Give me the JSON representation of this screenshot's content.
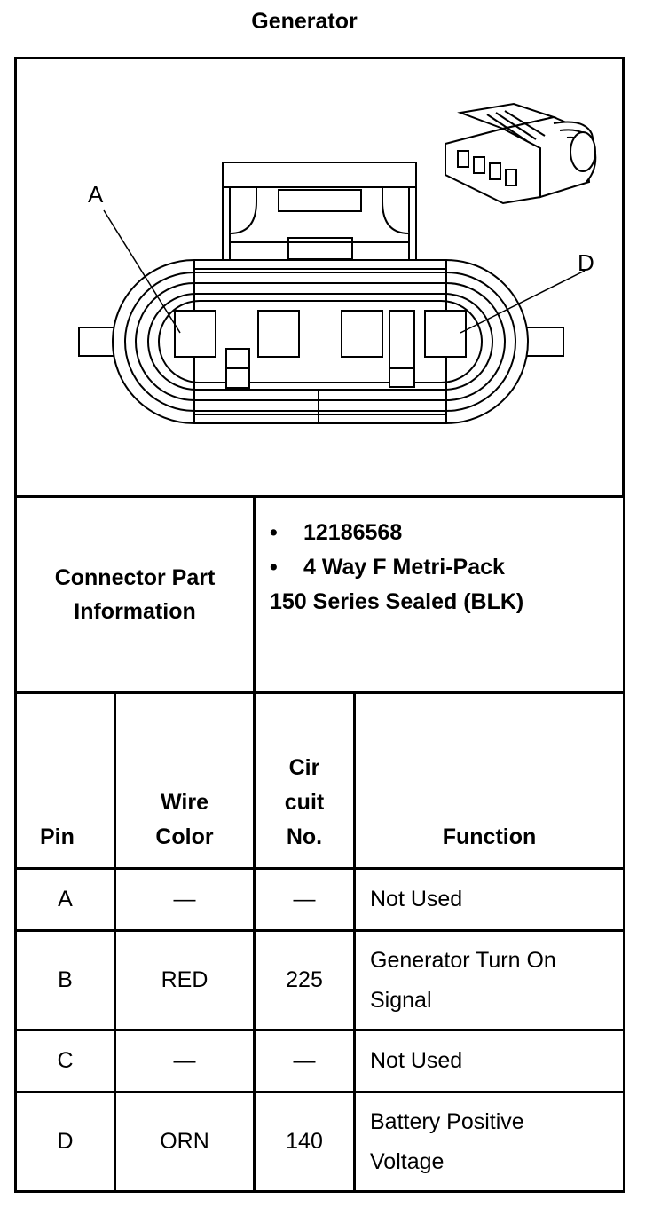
{
  "title": "Generator",
  "diagram": {
    "pin_labels": {
      "left": "A",
      "right": "D"
    }
  },
  "connector": {
    "label_line1": "Connector Part",
    "label_line2": "Information",
    "bullets": [
      "12186568",
      "4 Way F Metri-Pack"
    ],
    "continuation": "150 Series Sealed (BLK)"
  },
  "headers": {
    "pin": "Pin",
    "wire_line1": "Wire",
    "wire_line2": "Color",
    "circuit_line1": "Cir",
    "circuit_line2": "cuit",
    "circuit_line3": "No.",
    "function": "Function"
  },
  "rows": [
    {
      "pin": "A",
      "wire": "—",
      "circuit": "—",
      "function_line1": "Not Used",
      "function_line2": ""
    },
    {
      "pin": "B",
      "wire": "RED",
      "circuit": "225",
      "function_line1": "Generator Turn On",
      "function_line2": "Signal"
    },
    {
      "pin": "C",
      "wire": "—",
      "circuit": "—",
      "function_line1": "Not Used",
      "function_line2": ""
    },
    {
      "pin": "D",
      "wire": "ORN",
      "circuit": "140",
      "function_line1": "Battery Positive",
      "function_line2": "Voltage"
    }
  ]
}
